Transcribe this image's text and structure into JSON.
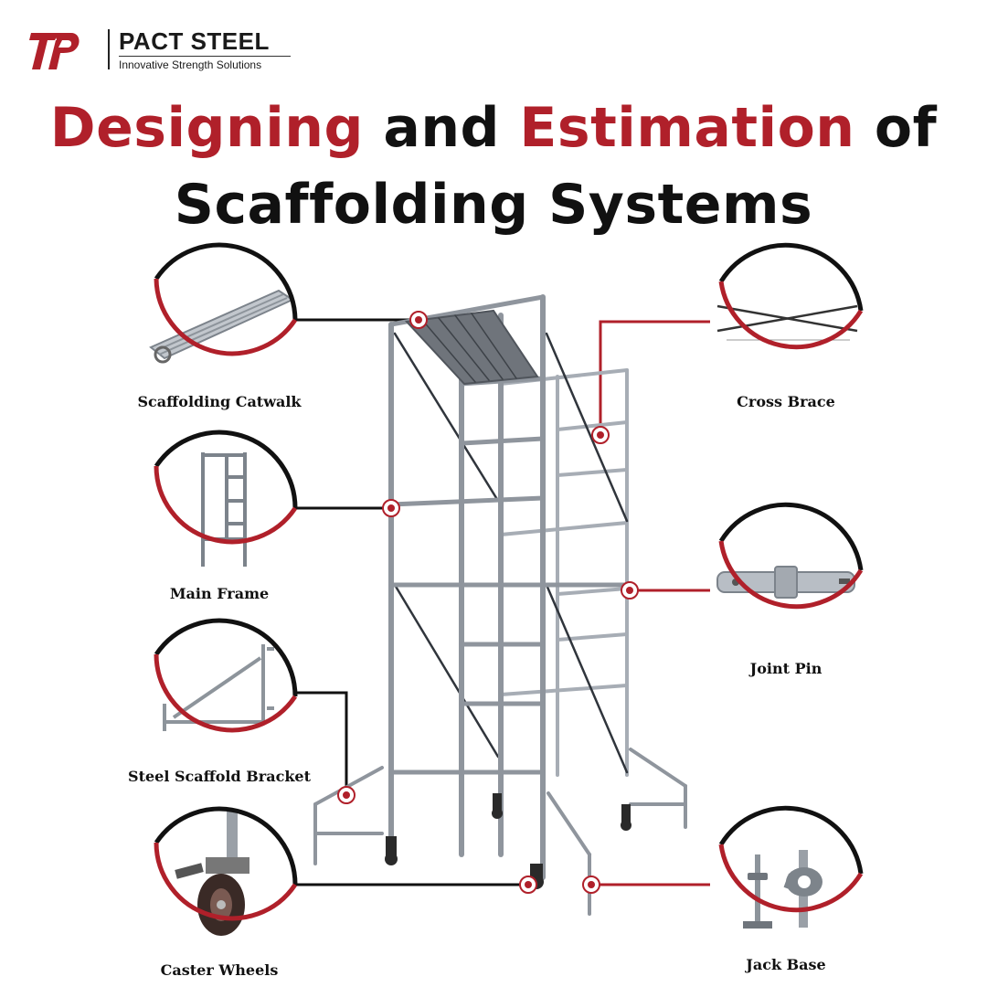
{
  "brand": {
    "name": "PACT STEEL",
    "tagline": "Innovative Strength Solutions",
    "mark": "TP",
    "colors": {
      "red": "#b0202a",
      "dark": "#111111"
    }
  },
  "title": {
    "line1_part1": "Designing",
    "line1_part2": " and ",
    "line1_part3": "Estimation",
    "line1_part4": " of",
    "line2": "Scaffolding Systems"
  },
  "components": {
    "catwalk": "Scaffolding Catwalk",
    "main_frame": "Main Frame",
    "bracket": "Steel Scaffold Bracket",
    "caster": "Caster Wheels",
    "cross_brace": "Cross Brace",
    "joint_pin": "Joint Pin",
    "jack_base": "Jack Base"
  },
  "icons": [
    "catwalk-icon",
    "main-frame-icon",
    "bracket-icon",
    "caster-wheel-icon",
    "cross-brace-icon",
    "joint-pin-icon",
    "jack-base-icon",
    "scaffold-tower-illustration"
  ]
}
